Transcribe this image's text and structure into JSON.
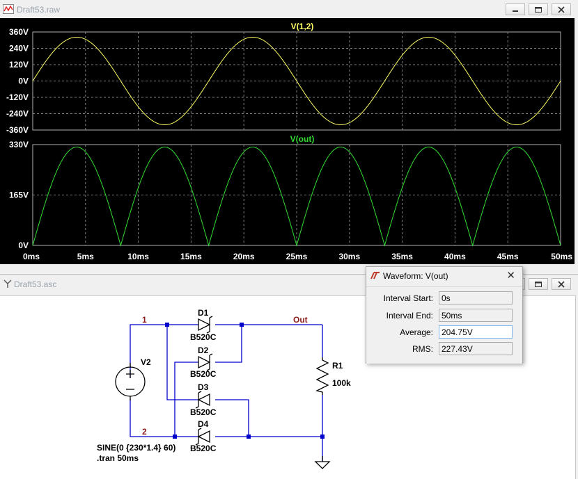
{
  "waveform_window": {
    "title": "Draft53.raw",
    "plots": [
      {
        "trace_label": "V(1,2)",
        "color": "#ffff66",
        "y_ticks": [
          "360V",
          "240V",
          "120V",
          "0V",
          "-120V",
          "-240V",
          "-360V"
        ]
      },
      {
        "trace_label": "V(out)",
        "color": "#33dd33",
        "y_ticks": [
          "330V",
          "165V",
          "0V"
        ]
      }
    ],
    "x_ticks": [
      "0ms",
      "5ms",
      "10ms",
      "15ms",
      "20ms",
      "25ms",
      "30ms",
      "35ms",
      "40ms",
      "45ms",
      "50ms"
    ]
  },
  "chart_data": [
    {
      "type": "line",
      "series": [
        {
          "name": "V(1,2)",
          "function": "322*sin(2*pi*60*t)"
        }
      ],
      "x_range_ms": [
        0,
        50
      ],
      "ylim": [
        -360,
        360
      ],
      "x_unit": "ms",
      "y_unit": "V",
      "grid": true
    },
    {
      "type": "line",
      "series": [
        {
          "name": "V(out)",
          "function": "abs(322*sin(2*pi*60*t))"
        }
      ],
      "x_range_ms": [
        0,
        50
      ],
      "ylim": [
        0,
        330
      ],
      "x_unit": "ms",
      "y_unit": "V",
      "grid": true
    }
  ],
  "schematic_window": {
    "title": "Draft53.asc",
    "nodes": {
      "n1": "1",
      "n2": "2",
      "out": "Out"
    },
    "source": {
      "name": "V2",
      "value": "SINE(0 {230*1.4} 60)"
    },
    "directive": ".tran 50ms",
    "resistor": {
      "name": "R1",
      "value": "100k"
    },
    "diodes": [
      {
        "name": "D1",
        "model": "B520C"
      },
      {
        "name": "D2",
        "model": "B520C"
      },
      {
        "name": "D3",
        "model": "B520C"
      },
      {
        "name": "D4",
        "model": "B520C"
      }
    ]
  },
  "dialog": {
    "title": "Waveform: V(out)",
    "close": "✕",
    "interval_start": {
      "label": "Interval Start:",
      "value": "0s"
    },
    "interval_end": {
      "label": "Interval End:",
      "value": "50ms"
    },
    "average": {
      "label": "Average:",
      "value": "204.75V"
    },
    "rms": {
      "label": "RMS:",
      "value": "227.43V"
    }
  }
}
